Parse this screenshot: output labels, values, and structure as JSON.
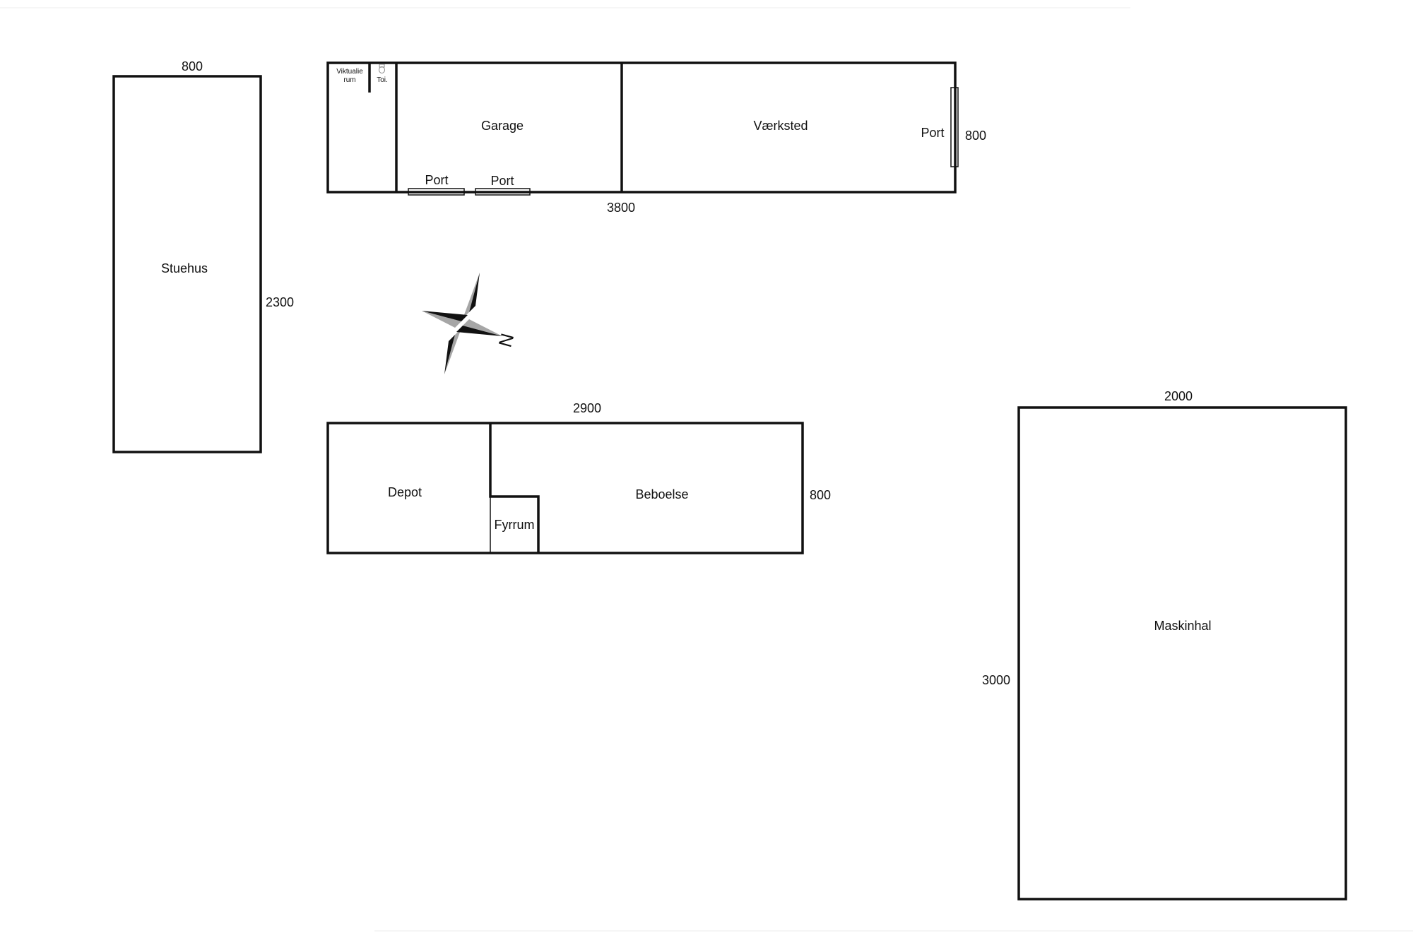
{
  "colors": {
    "line": "#111111",
    "compass_dark": "#111111",
    "compass_light": "#a6a6a6",
    "background": "#ffffff"
  },
  "stuehus": {
    "label": "Stuehus",
    "dim_width": "800",
    "dim_length": "2300"
  },
  "north_building": {
    "viktualierum": [
      "Viktualie",
      "rum"
    ],
    "toilet": "Toi.",
    "garage": "Garage",
    "vaerksted": "Værksted",
    "port_1": "Port",
    "port_2": "Port",
    "port_3": "Port",
    "dim_length": "3800",
    "dim_width": "800"
  },
  "south_building": {
    "depot": "Depot",
    "beboelse": "Beboelse",
    "fyrrum": "Fyrrum",
    "dim_length": "2900",
    "dim_width": "800"
  },
  "maskinhal": {
    "label": "Maskinhal",
    "dim_width": "2000",
    "dim_length": "3000"
  },
  "compass": {
    "north_letter": "N",
    "icon": "compass-rose-icon"
  }
}
